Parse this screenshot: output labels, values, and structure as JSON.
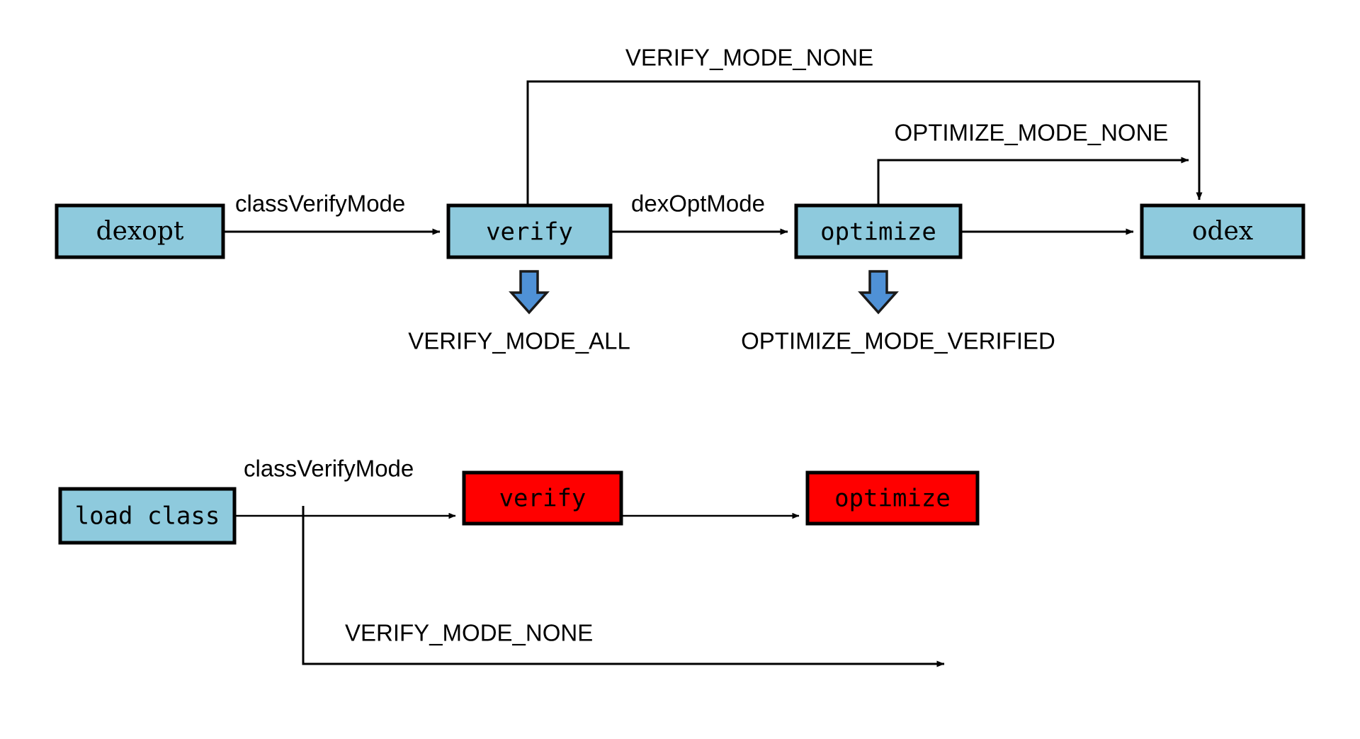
{
  "diagram": {
    "title": "dexopt and class loading verify/optimize mode flow",
    "background_color": "#ffffff",
    "colors": {
      "node_blue": "#8ecadd",
      "node_red": "#ff0000",
      "node_stroke": "#000000",
      "edge": "#000000",
      "block_arrow_fill": "#4f91d6",
      "block_arrow_stroke": "#1a1a1a"
    },
    "rows": [
      {
        "id": "dexopt-row",
        "nodes": [
          {
            "id": "dexopt",
            "label": "dexopt",
            "fill": "#8ecadd",
            "font": "serif"
          },
          {
            "id": "verify-top",
            "label": "verify",
            "fill": "#8ecadd",
            "font": "mono"
          },
          {
            "id": "optimize-top",
            "label": "optimize",
            "fill": "#8ecadd",
            "font": "mono"
          },
          {
            "id": "odex",
            "label": "odex",
            "fill": "#8ecadd",
            "font": "serif"
          }
        ],
        "edge_labels": [
          {
            "id": "class-verify-mode-top",
            "label": "classVerifyMode"
          },
          {
            "id": "dex-opt-mode",
            "label": "dexOptMode"
          }
        ],
        "bypass_labels": [
          {
            "id": "verify-mode-none-top",
            "label": "VERIFY_MODE_NONE"
          },
          {
            "id": "optimize-mode-none",
            "label": "OPTIMIZE_MODE_NONE"
          }
        ],
        "mode_annotations": [
          {
            "id": "verify-mode-all",
            "label": "VERIFY_MODE_ALL"
          },
          {
            "id": "optimize-mode-verified",
            "label": "OPTIMIZE_MODE_VERIFIED"
          }
        ]
      },
      {
        "id": "load-class-row",
        "nodes": [
          {
            "id": "load-class",
            "label": "load class",
            "fill": "#8ecadd",
            "font": "mono"
          },
          {
            "id": "verify-bottom",
            "label": "verify",
            "fill": "#ff0000",
            "font": "mono"
          },
          {
            "id": "optimize-bottom",
            "label": "optimize",
            "fill": "#ff0000",
            "font": "mono"
          }
        ],
        "edge_labels": [
          {
            "id": "class-verify-mode-bottom",
            "label": "classVerifyMode"
          }
        ],
        "bypass_labels": [
          {
            "id": "verify-mode-none-bottom",
            "label": "VERIFY_MODE_NONE"
          }
        ]
      }
    ]
  }
}
